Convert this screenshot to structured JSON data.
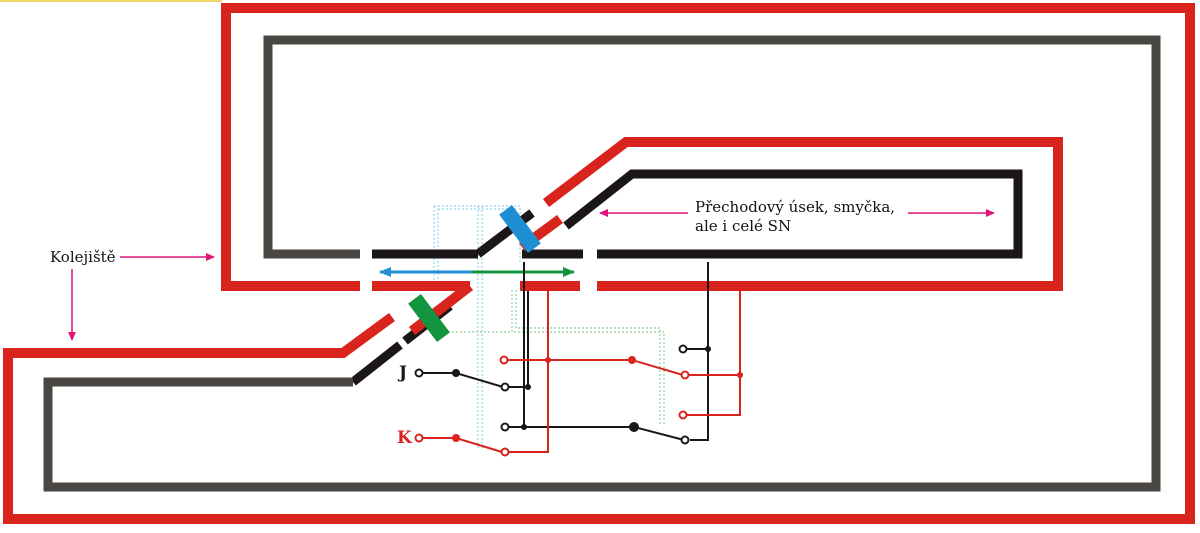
{
  "labels": {
    "layout": "Kolejiště",
    "section_line1": "Přechodový úsek, smyčka,",
    "section_line2": "ale i celé SN"
  },
  "terminals": {
    "j": "J",
    "k": "K"
  },
  "colors": {
    "red_rail": "#d9231d",
    "black_rail": "#1b1617",
    "grey_rail": "#4a4642",
    "blue": "#1e8fd3",
    "green": "#13953f",
    "arrow": "#e0157a",
    "dotted_blue": "#8fd3ea",
    "dotted_green": "#8ad39a"
  }
}
